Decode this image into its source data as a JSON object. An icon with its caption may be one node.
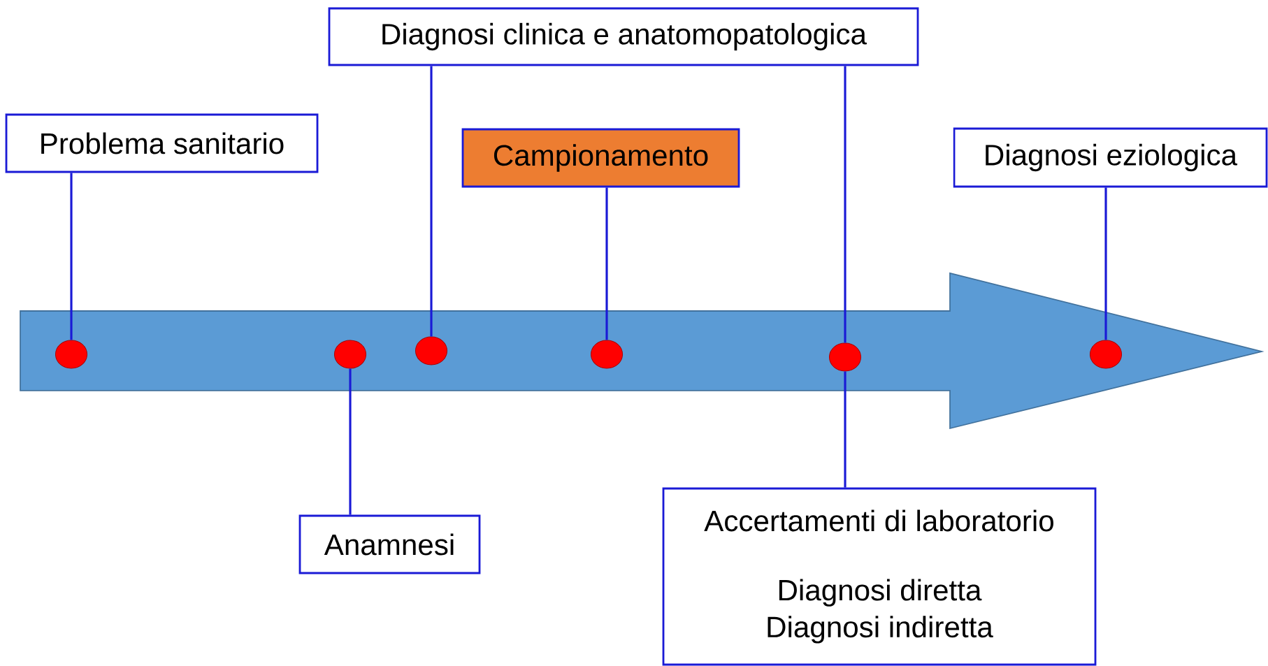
{
  "diagram": {
    "nodes": [
      {
        "text": [
          "Problema sanitario"
        ]
      },
      {
        "text": [
          "Anamnesi"
        ]
      },
      {
        "text": [
          "Diagnosi clinica e anatomopatologica"
        ]
      },
      {
        "text": [
          "Campionamento"
        ]
      },
      {
        "text": [
          "Accertamenti di laboratorio",
          "Diagnosi diretta",
          "Diagnosi indiretta"
        ]
      },
      {
        "text": [
          "Diagnosi eziologica"
        ]
      },
      {
        "text": [],
        "shape": "circle"
      },
      {
        "text": [],
        "shape": "circle"
      },
      {
        "text": [],
        "shape": "circle"
      },
      {
        "text": [],
        "shape": "circle"
      },
      {
        "text": [],
        "shape": "circle"
      },
      {
        "text": [],
        "shape": "circle"
      }
    ],
    "edges": [
      {
        "from": 0,
        "to": 6,
        "arrow": "none"
      },
      {
        "from": 1,
        "to": 7,
        "arrow": "none"
      },
      {
        "from": 2,
        "to": 8,
        "arrow": "none"
      },
      {
        "from": 2,
        "to": 10,
        "arrow": "none"
      },
      {
        "from": 3,
        "to": 9,
        "arrow": "none"
      },
      {
        "from": 4,
        "to": 10,
        "arrow": "none"
      },
      {
        "from": 5,
        "to": 11,
        "arrow": "none"
      }
    ]
  }
}
